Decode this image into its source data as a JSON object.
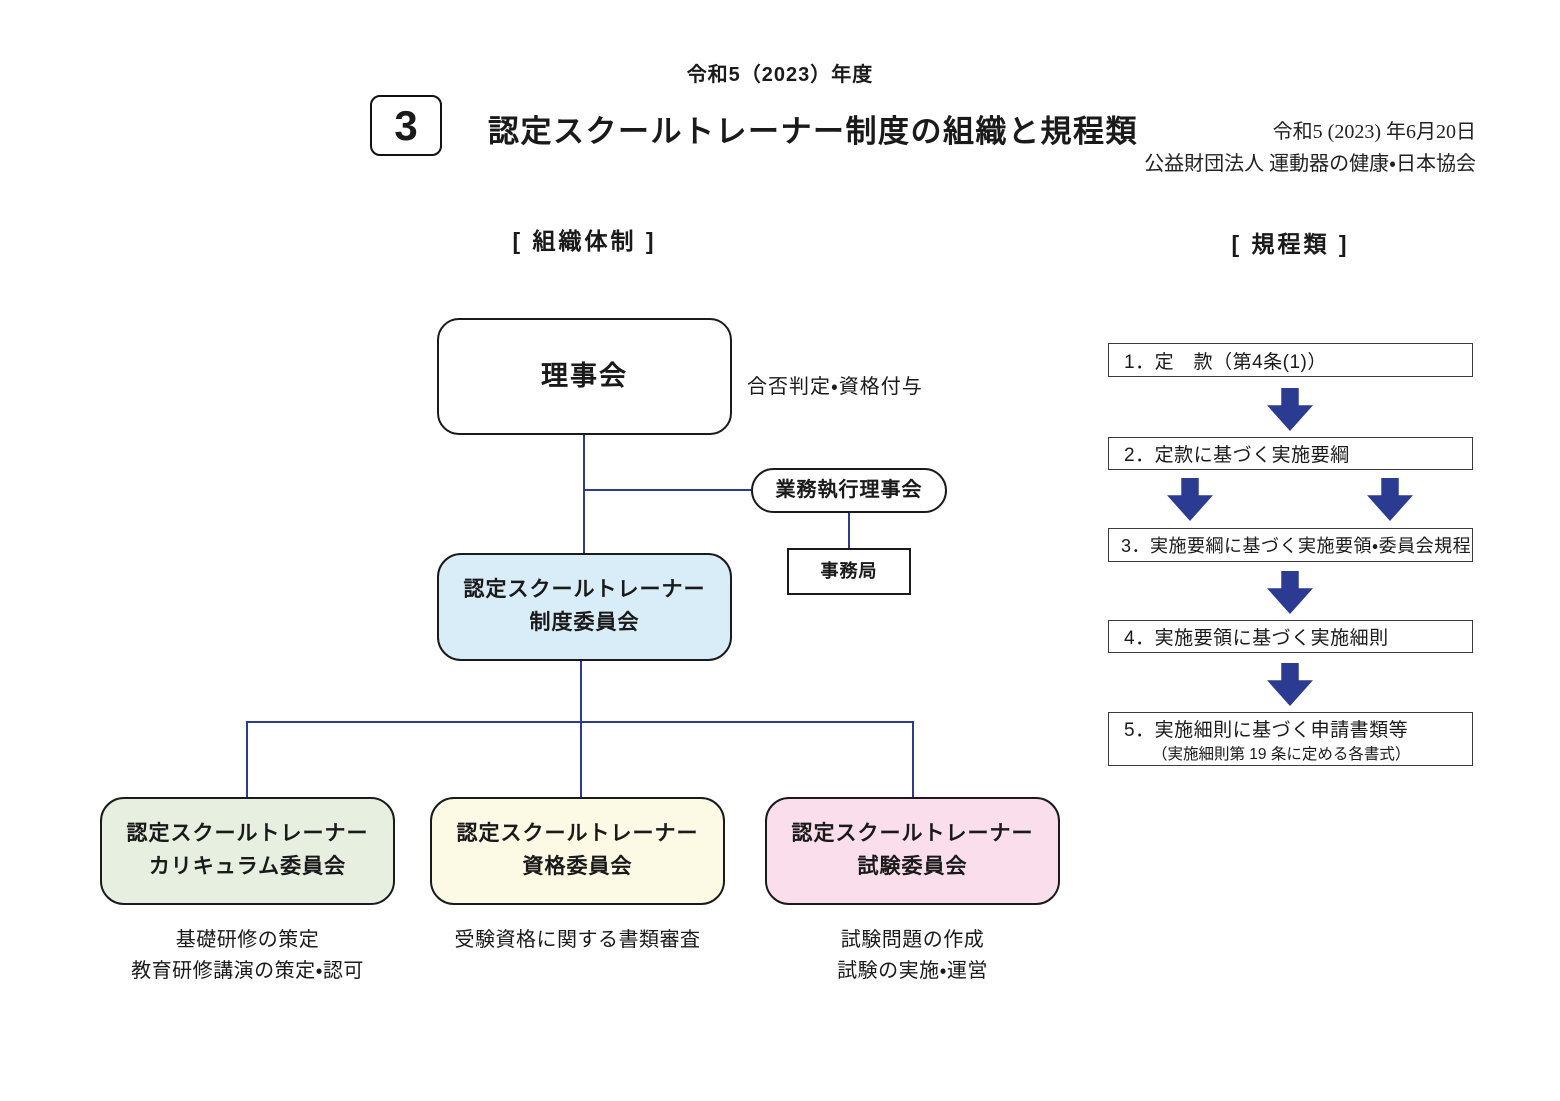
{
  "page": {
    "fiscal_year": "令和5（2023）年度",
    "section_number": "3",
    "title": "認定スクールトレーナー制度の組織と規程類",
    "date_line": "令和5 (2023) 年6月20日",
    "org_line": "公益財団法人 運動器の健康・日本協会"
  },
  "org_section": {
    "header": "[ 組織体制 ]",
    "board": "理事会",
    "board_note": "合否判定・資格付与",
    "exec_board": "業務執行理事会",
    "secretariat": "事務局",
    "system_committee": {
      "line1": "認定スクールトレーナー",
      "line2": "制度委員会"
    },
    "committees": [
      {
        "line1": "認定スクールトレーナー",
        "line2": "カリキュラム委員会",
        "note1": "基礎研修の策定",
        "note2": "教育研修講演の策定・認可",
        "color": "#e7efe0"
      },
      {
        "line1": "認定スクールトレーナー",
        "line2": "資格委員会",
        "note1": "受験資格に関する書類審査",
        "note2": "",
        "color": "#fcfae4"
      },
      {
        "line1": "認定スクールトレーナー",
        "line2": "試験委員会",
        "note1": "試験問題の作成",
        "note2": "試験の実施・運営",
        "color": "#fadeeb"
      }
    ]
  },
  "regulations_section": {
    "header": "[ 規程類 ]",
    "items": [
      {
        "label": "1．定　款（第4条(1)）",
        "sub": ""
      },
      {
        "label": "2．定款に基づく実施要綱",
        "sub": ""
      },
      {
        "label": "3．実施要綱に基づく実施要領・委員会規程",
        "sub": ""
      },
      {
        "label": "4．実施要領に基づく実施細則",
        "sub": ""
      },
      {
        "label": "5．実施細則に基づく申請書類等",
        "sub": "（実施細則第 19 条に定める各書式）"
      }
    ]
  },
  "colors": {
    "connector_line": "#2c3b8e",
    "flow_arrow": "#2b3b92",
    "system_committee_fill": "#d9edf8",
    "curriculum_fill": "#e7efe0",
    "qualification_fill": "#fcfae4",
    "examination_fill": "#fadeeb"
  }
}
